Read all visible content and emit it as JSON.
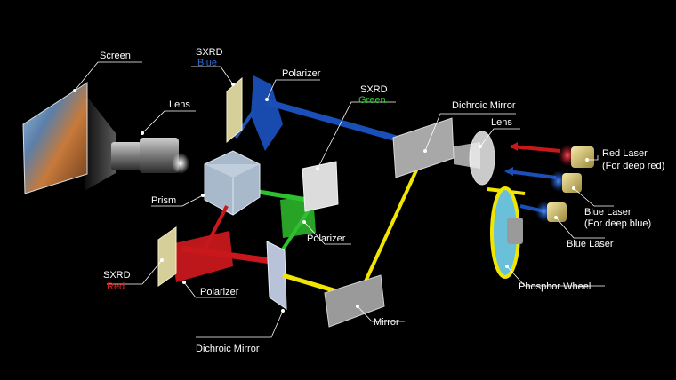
{
  "labels": {
    "screen": "Screen",
    "lens_left": "Lens",
    "prism": "Prism",
    "sxrd_blue_line1": "SXRD",
    "sxrd_blue_line2": "Blue",
    "polarizer_blue": "Polarizer",
    "sxrd_green_line1": "SXRD",
    "sxrd_green_line2": "Green",
    "polarizer_green": "Polarizer",
    "sxrd_red_line1": "SXRD",
    "sxrd_red_line2": "Red",
    "polarizer_red": "Polarizer",
    "dichroic_mirror_bottom": "Dichroic Mirror",
    "mirror": "Mirror",
    "dichroic_mirror_top": "Dichroic Mirror",
    "lens_right": "Lens",
    "red_laser_line1": "Red Laser",
    "red_laser_line2": "(For deep red)",
    "blue_laser_deep_line1": "Blue Laser",
    "blue_laser_deep_line2": "(For deep blue)",
    "blue_laser": "Blue Laser",
    "phosphor_wheel": "Phosphor Wheel"
  },
  "colors": {
    "background": "#000000",
    "label_text": "#ffffff",
    "blue_text": "#2f6fd8",
    "green_text": "#35c43a",
    "red_text": "#e02020",
    "blue_beam": "#1a4fb8",
    "green_beam": "#2fc02f",
    "red_beam": "#c8181c",
    "yellow_beam": "#f2e600",
    "white_beam": "#e8e8e8"
  },
  "icons": [
    "screen-image",
    "projection-lens-icon",
    "prism-cube-icon",
    "sxrd-panel-icon",
    "polarizer-icon",
    "dichroic-mirror-icon",
    "mirror-icon",
    "condenser-lens-icon",
    "laser-diode-icon",
    "phosphor-wheel-icon"
  ]
}
